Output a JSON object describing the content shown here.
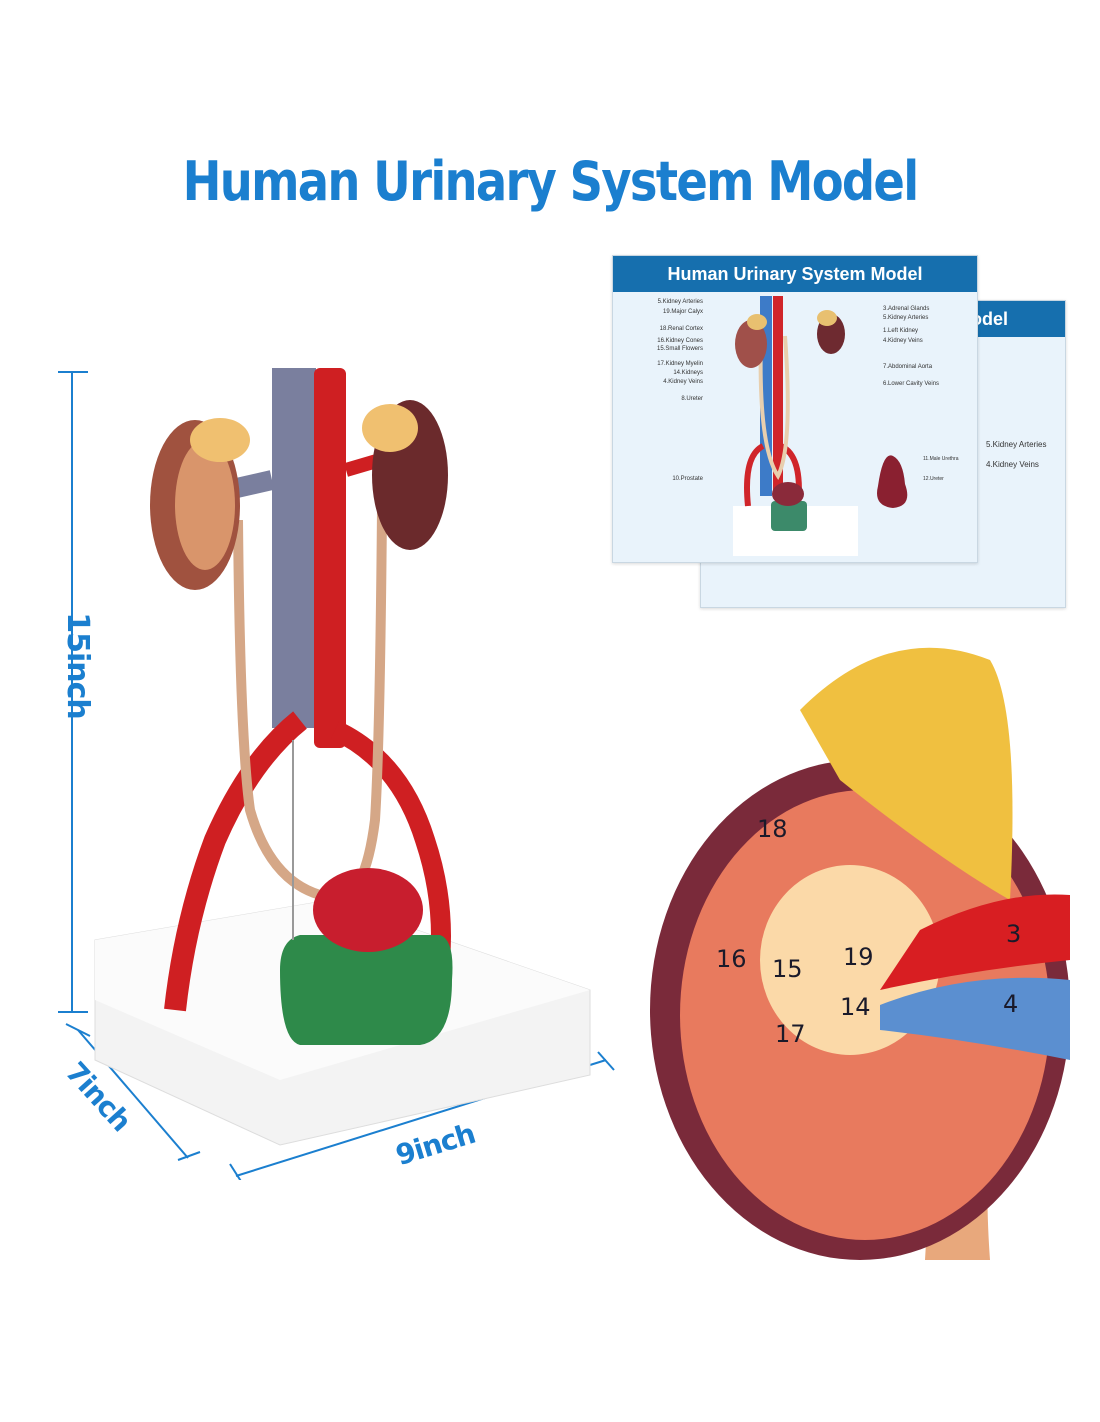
{
  "title": "Human Urinary System Model",
  "dimensions": {
    "height": "15inch",
    "depth": "7inch",
    "width": "9inch"
  },
  "card_front": {
    "title": "Human Urinary System Model",
    "labels_left": [
      "5.Kidney Arteries",
      "19.Major Calyx",
      "18.Renal Cortex",
      "16.Kidney Cones",
      "15.Small Flowers",
      "17.Kidney Myelin",
      "14.Kidneys",
      "4.Kidney Veins",
      "8.Ureter",
      "10.Prostate"
    ],
    "labels_right": [
      "3.Adrenal Glands",
      "5.Kidney Arteries",
      "1.Left Kidney",
      "4.Kidney Veins",
      "7.Abdominal Aorta",
      "6.Lower Cavity Veins",
      "11.Male Urethra",
      "12.Ureter"
    ]
  },
  "card_back": {
    "title_fragment": "odel",
    "labels": [
      "5.Kidney Arteries",
      "4.Kidney Veins"
    ]
  },
  "closeup_numbers": [
    "18",
    "16",
    "15",
    "19",
    "14",
    "17",
    "3",
    "4"
  ],
  "colors": {
    "accent": "#1b7fcf",
    "card_header": "#166fae"
  }
}
